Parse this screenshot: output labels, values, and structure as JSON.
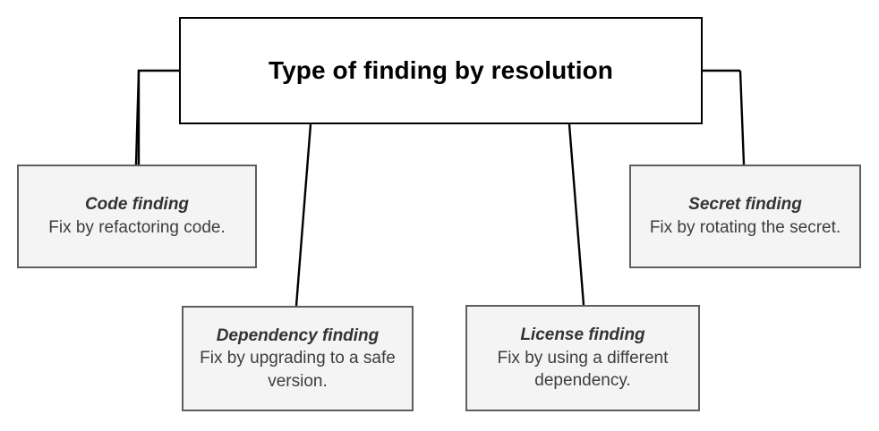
{
  "diagram": {
    "title": "Type of finding by resolution",
    "root": {
      "label": "Type of finding by resolution"
    },
    "nodes": [
      {
        "id": "code-finding",
        "title": "Code finding",
        "description": "Fix by refactoring code."
      },
      {
        "id": "dependency-finding",
        "title": "Dependency finding",
        "description": "Fix by upgrading to a safe version."
      },
      {
        "id": "license-finding",
        "title": "License finding",
        "description": "Fix by using a different dependency."
      },
      {
        "id": "secret-finding",
        "title": "Secret finding",
        "description": "Fix by rotating the secret."
      }
    ],
    "colors": {
      "background": "#ffffff",
      "root_fill": "#ffffff",
      "root_border": "#000000",
      "root_text": "#000000",
      "leaf_fill": "#f4f4f4",
      "leaf_border": "#5e5e5e",
      "leaf_title_text": "#333333",
      "leaf_desc_text": "#3d3d3d",
      "connector": "#000000"
    }
  }
}
